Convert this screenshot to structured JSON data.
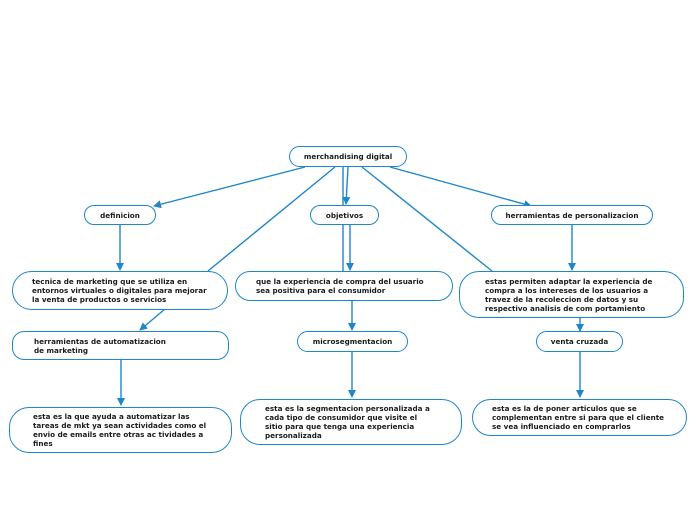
{
  "accent_color": "#1f86c9",
  "diagram": {
    "root": "merchandising digital",
    "branches": [
      {
        "label": "definicion",
        "description": "tecnica de marketing que se utiliza en entornos virtuales o digitales para mejorar la venta de productos o servicios",
        "sub": "herramientas de automatizacion de marketing",
        "sub_description": "esta es la que ayuda a automatizar las tareas de mkt ya sean actividades como el envio de emails entre otras ac tividades a fines"
      },
      {
        "label": "objetivos",
        "description": "que la experiencia de compra del usuario sea positiva para el consumidor",
        "sub": "microsegmentacion",
        "sub_description": "esta es la segmentacion personalizada a cada tipo de consumidor que visite el sitio para que tenga una experiencia personalizada"
      },
      {
        "label": "herramientas de personalizacion",
        "description": "estas permiten adaptar la experiencia de compra a los intereses de los usuarios a travez de la recoleccion de datos y su respectivo analisis de com portamiento",
        "sub": "venta cruzada",
        "sub_description": "esta es la de poner articulos que se complementan entre si para que el cliente se vea influenciado en comprarlos"
      }
    ]
  }
}
